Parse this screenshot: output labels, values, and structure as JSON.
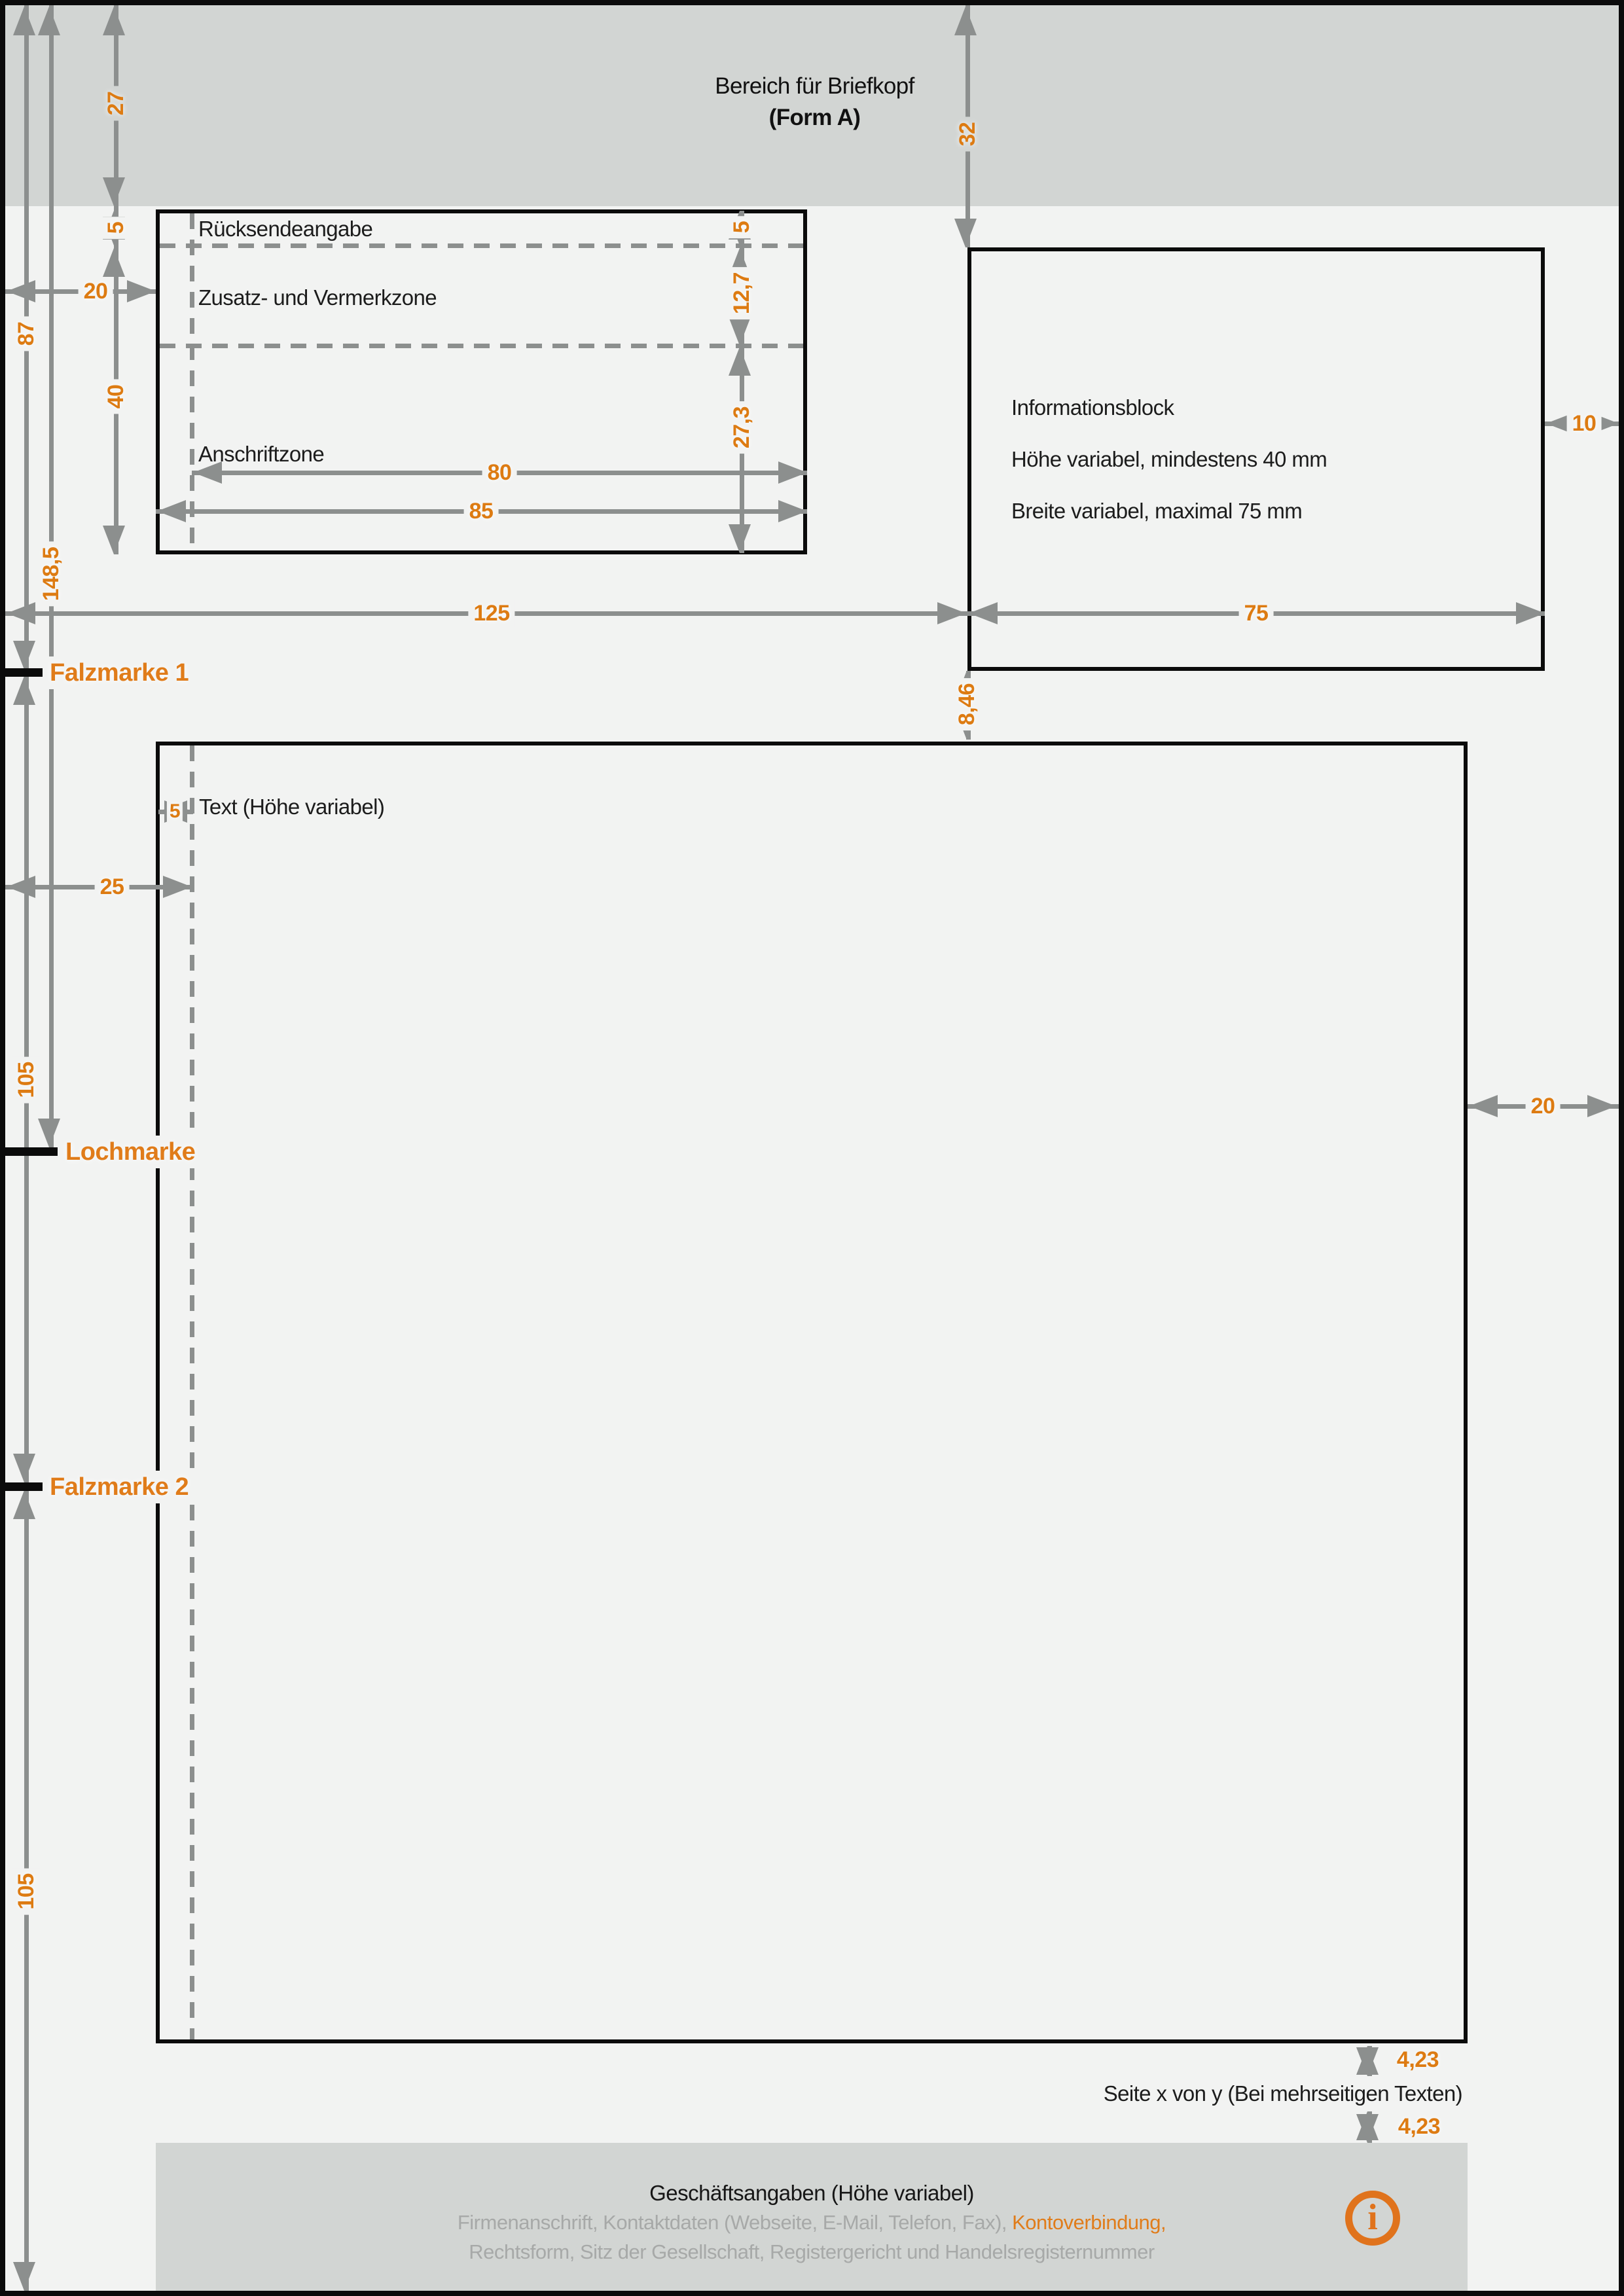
{
  "title": "DIN 5008 Form A Briefbogen-Schema",
  "colors": {
    "accent_orange": "#dd7b12",
    "mark_orange": "#e07c1a",
    "line_gray": "#8c8f8e",
    "zone_gray": "#d2d5d3",
    "page_bg": "#f2f3f2",
    "muted_text": "#a7a9a8",
    "frame_black": "#0b0b0b"
  },
  "header": {
    "line1": "Bereich für Briefkopf",
    "line2": "(Form A)"
  },
  "address_box": {
    "zone1": "Rücksendeangabe",
    "zone2": "Zusatz- und Vermerkzone",
    "zone3": "Anschriftzone"
  },
  "info_block": {
    "line1": "Informationsblock",
    "line2": "Höhe variabel, mindestens 40 mm",
    "line3": "Breite variabel, maximal 75 mm"
  },
  "text_area": {
    "label": "Text (Höhe variabel)"
  },
  "marks": {
    "falzmarke1": "Falzmarke 1",
    "lochmarke": "Lochmarke",
    "falzmarke2": "Falzmarke 2"
  },
  "page_note": "Seite x von y (Bei mehrseitigen Texten)",
  "footer": {
    "title": "Geschäftsangaben (Höhe variabel)",
    "line2_pre": "Firmenanschrift, Kontaktdaten (Webseite, E-Mail, Telefon, Fax), ",
    "line2_highlight": "Kontoverbindung,",
    "line3": "Rechtsform, Sitz der Gesellschaft, Registergericht und Handelsregisternummer",
    "icon_glyph": "i"
  },
  "dims": {
    "top_margin": "27",
    "ruecksende_height_left": "5",
    "left_edge_gap": "20",
    "address_field_height": "40",
    "falz1_from_top": "87",
    "loch_from_top": "148,5",
    "info_from_top": "32",
    "ruecksende_height_right": "5",
    "zusatz_height": "12,7",
    "anschrift_height": "27,3",
    "address_width_inner": "80",
    "address_width_total": "85",
    "info_left_offset": "125",
    "info_width": "75",
    "info_right_margin": "10",
    "info_text_gap": "8,46",
    "text_indent": "5",
    "text_left_margin": "25",
    "falz1_falz2_distance": "105",
    "falz2_bottom_distance": "105",
    "text_right_margin": "20",
    "pagenote_gap_top": "4,23",
    "pagenote_gap_bottom": "4,23"
  }
}
